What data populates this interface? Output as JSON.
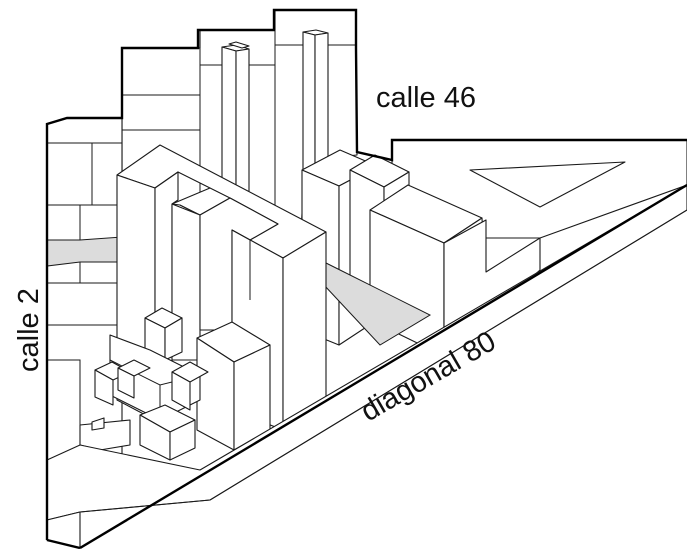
{
  "streets": {
    "north": "calle 46",
    "west": "calle 2",
    "diagonal": "diagonal 80"
  },
  "colors": {
    "background": "#ffffff",
    "line": "#1a1a1a",
    "passage_fill": "#dcdcdc"
  }
}
